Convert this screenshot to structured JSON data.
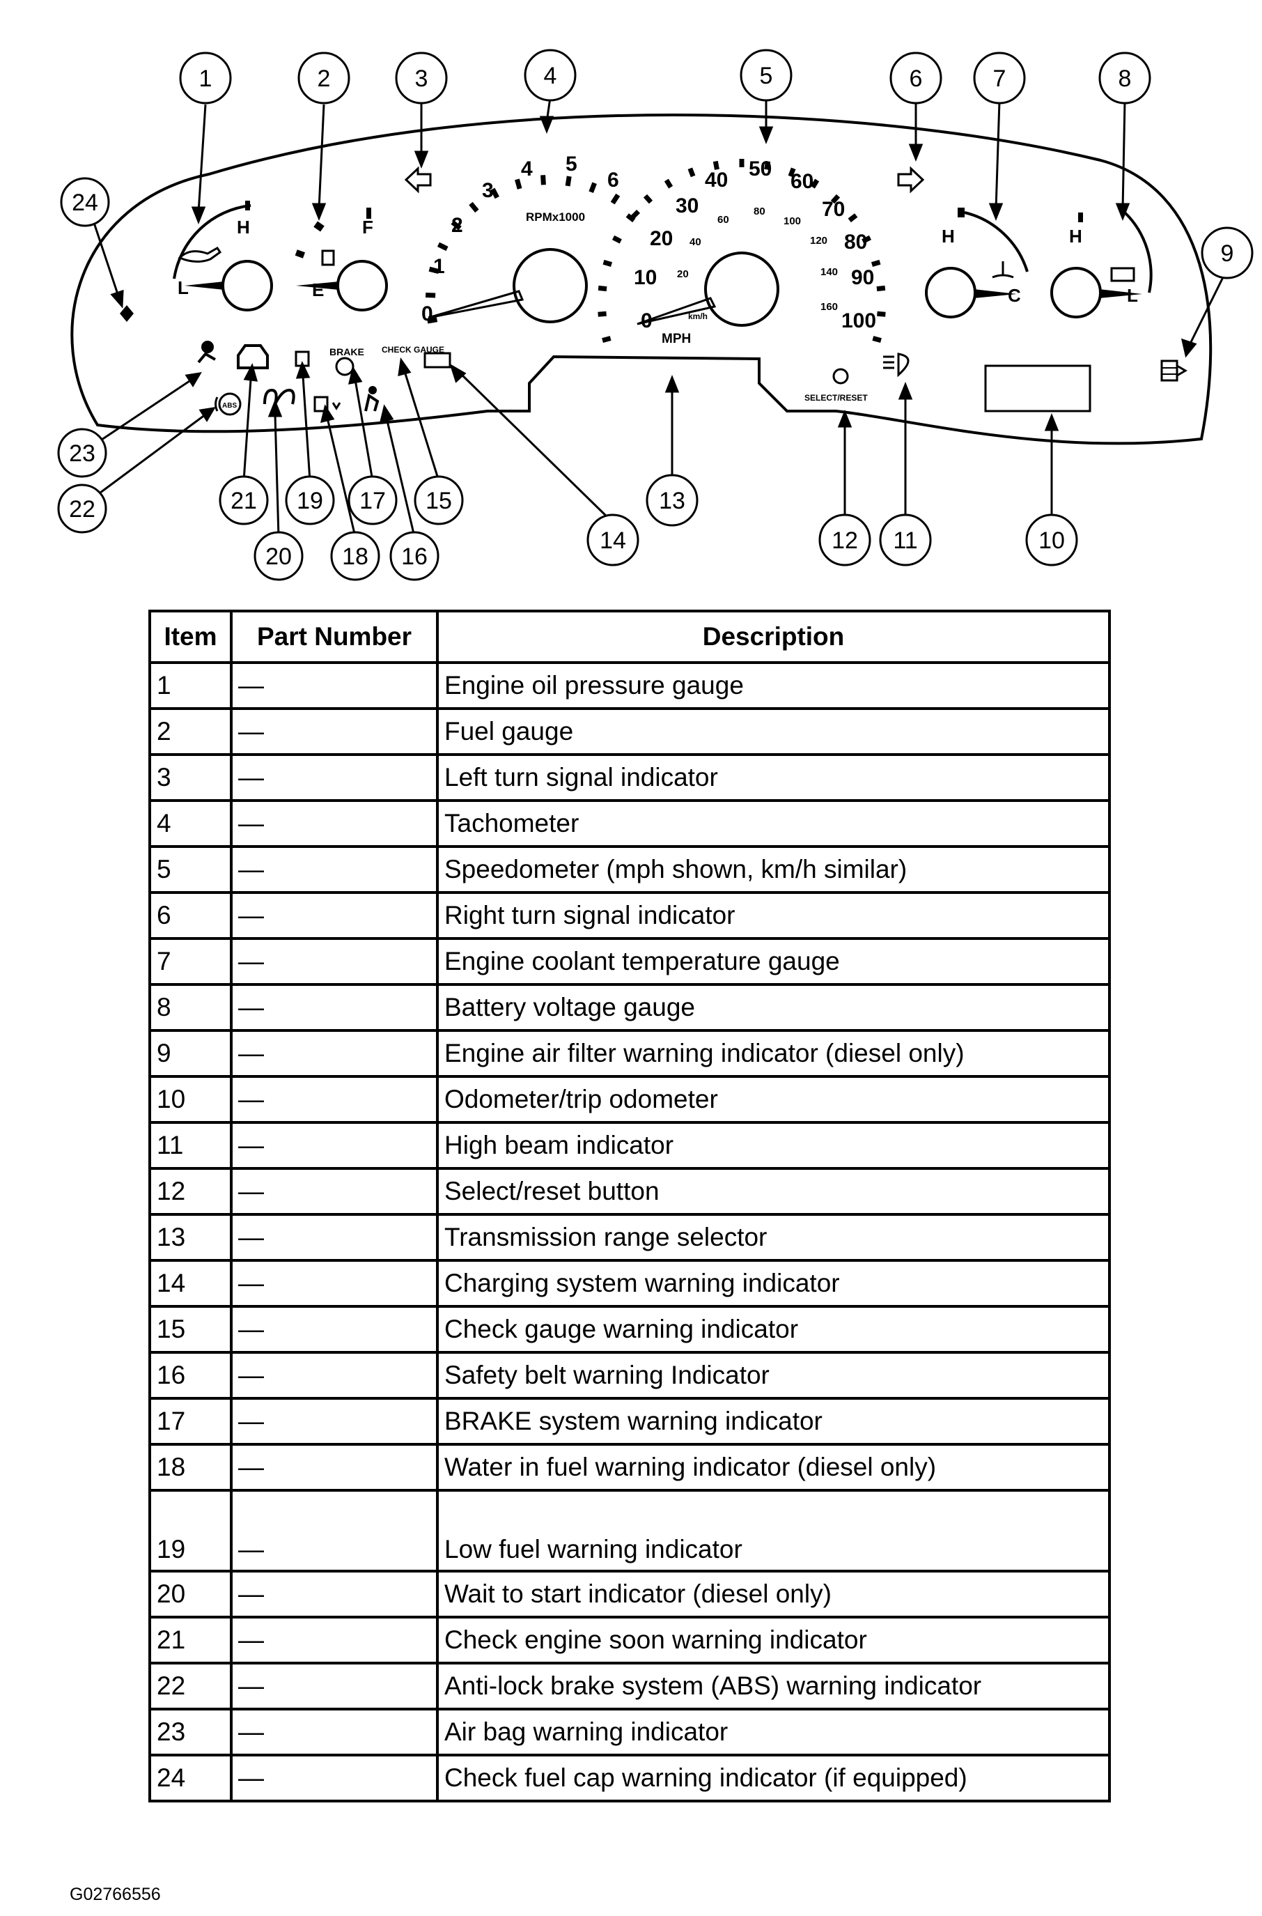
{
  "diagram": {
    "callouts": [
      "1",
      "2",
      "3",
      "4",
      "5",
      "6",
      "7",
      "8",
      "9",
      "10",
      "11",
      "12",
      "13",
      "14",
      "15",
      "16",
      "17",
      "18",
      "19",
      "20",
      "21",
      "22",
      "23",
      "24"
    ],
    "gauge_labels": {
      "oil_h": "H",
      "oil_l": "L",
      "fuel_f": "F",
      "fuel_e": "E",
      "coolant_h": "H",
      "coolant_c": "C",
      "battery_h": "H",
      "battery_l": "L"
    },
    "tachometer": {
      "label": "RPMx1000",
      "numbers": [
        "0",
        "1",
        "2",
        "3",
        "4",
        "5",
        "6"
      ]
    },
    "speedometer": {
      "unit_mph": "MPH",
      "unit_kmh": "km/h",
      "mph_numbers": [
        "0",
        "10",
        "20",
        "30",
        "40",
        "50",
        "60",
        "70",
        "80",
        "90",
        "100"
      ],
      "kmh_numbers": [
        "20",
        "40",
        "60",
        "80",
        "100",
        "120",
        "140",
        "160"
      ]
    },
    "indicator_labels": {
      "brake": "BRAKE",
      "check_gauge": "CHECK GAUGE",
      "abs": "ABS",
      "select_reset": "SELECT/RESET"
    }
  },
  "table": {
    "headers": [
      "Item",
      "Part Number",
      "Description"
    ],
    "rows": [
      [
        "1",
        "—",
        "Engine oil pressure gauge"
      ],
      [
        "2",
        "—",
        "Fuel gauge"
      ],
      [
        "3",
        "—",
        "Left turn signal indicator"
      ],
      [
        "4",
        "—",
        "Tachometer"
      ],
      [
        "5",
        "—",
        "Speedometer (mph shown, km/h similar)"
      ],
      [
        "6",
        "—",
        "Right turn signal indicator"
      ],
      [
        "7",
        "—",
        "Engine coolant temperature gauge"
      ],
      [
        "8",
        "—",
        "Battery voltage gauge"
      ],
      [
        "9",
        "—",
        "Engine air filter warning indicator (diesel only)"
      ],
      [
        "10",
        "—",
        "Odometer/trip odometer"
      ],
      [
        "11",
        "—",
        "High beam indicator"
      ],
      [
        "12",
        "—",
        "Select/reset button"
      ],
      [
        "13",
        "—",
        "Transmission range selector"
      ],
      [
        "14",
        "—",
        "Charging system warning indicator"
      ],
      [
        "15",
        "—",
        "Check gauge warning indicator"
      ],
      [
        "16",
        "—",
        "Safety belt warning Indicator"
      ],
      [
        "17",
        "—",
        "BRAKE system warning indicator"
      ],
      [
        "18",
        "—",
        "Water in fuel warning indicator (diesel only)"
      ],
      [
        "19",
        "—",
        "Low fuel warning indicator"
      ],
      [
        "20",
        "—",
        "Wait to start indicator (diesel only)"
      ],
      [
        "21",
        "—",
        "Check engine soon warning indicator"
      ],
      [
        "22",
        "—",
        "Anti-lock brake system (ABS) warning indicator"
      ],
      [
        "23",
        "—",
        "Air bag warning indicator"
      ],
      [
        "24",
        "—",
        "Check fuel cap warning indicator (if equipped)"
      ]
    ]
  },
  "figure_id": "G02766556"
}
